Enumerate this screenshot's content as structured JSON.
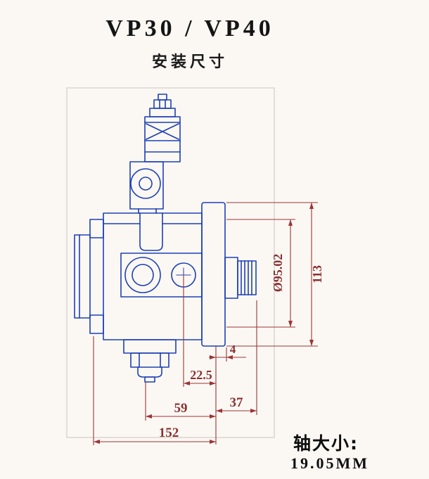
{
  "page": {
    "title": "VP30 / VP40",
    "subtitle": "安装尺寸"
  },
  "drawing": {
    "dimensions": {
      "bolt_circle_diameter": "Ø95.02",
      "flange_height": "113",
      "offset_small": "4",
      "port_offset": "22.5",
      "body_length": "59",
      "shaft_length": "37",
      "total_length": "152"
    },
    "colors": {
      "outline_blue": "#1d40b5",
      "dimension_red": "#9d3434",
      "frame_gray": "#d9d5cf"
    }
  },
  "footer": {
    "shaft_label": "轴大小:",
    "shaft_value": "19.05MM"
  }
}
